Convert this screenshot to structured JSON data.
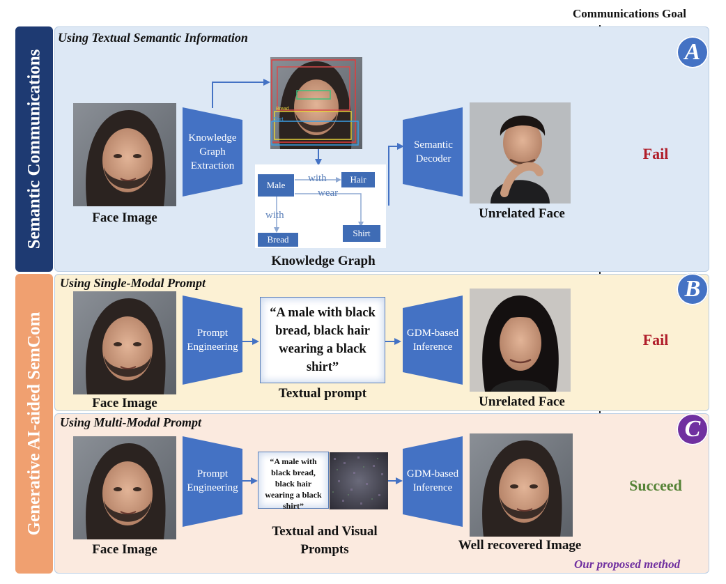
{
  "header": {
    "goal_label": "Communications Goal"
  },
  "sidebars": {
    "semantic": "Semantic Communications",
    "genai": "Generative AI-aided SemCom"
  },
  "panels": {
    "a": {
      "title": "Using Textual Semantic Information",
      "badge": "A",
      "face_caption": "Face Image",
      "encoder_label": "Knowledge Graph Extraction",
      "decoder_label": "Semantic Decoder",
      "kg_caption": "Knowledge Graph",
      "output_caption": "Unrelated Face",
      "result": "Fail",
      "kg": {
        "nodes": [
          "Male",
          "Hair",
          "Bread",
          "Shirt"
        ],
        "edges": [
          "with",
          "wear",
          "with"
        ]
      },
      "detect_labels": [
        "Bread",
        "Shirt"
      ]
    },
    "b": {
      "title": "Using Single-Modal Prompt",
      "badge": "B",
      "face_caption": "Face Image",
      "encoder_label": "Prompt Engineering",
      "decoder_label": "GDM-based Inference",
      "prompt_text": "“A male with black bread, black hair wearing a black shirt”",
      "prompt_caption": "Textual prompt",
      "output_caption": "Unrelated Face",
      "result": "Fail"
    },
    "c": {
      "title": "Using Multi-Modal Prompt",
      "badge": "C",
      "face_caption": "Face Image",
      "encoder_label": "Prompt Engineering",
      "decoder_label": "GDM-based Inference",
      "prompt_text": "“A male with black bread, black hair wearing a black shirt”",
      "prompt_caption": "Textual and Visual Prompts",
      "output_caption": "Well recovered Image",
      "result": "Succeed",
      "footer_note": "Our proposed method"
    }
  },
  "colors": {
    "panel_a_bg": "#dde8f5",
    "panel_b_bg": "#fcf1d4",
    "panel_c_bg": "#fbeadf",
    "sidebar_semantic": "#1e3a72",
    "sidebar_genai": "#f0a070",
    "block_blue": "#4472c4",
    "fail": "#b01e2a",
    "succeed": "#548235",
    "proposed": "#7030a0",
    "badge_blue": "#4472c4",
    "badge_purple": "#7030a0"
  }
}
